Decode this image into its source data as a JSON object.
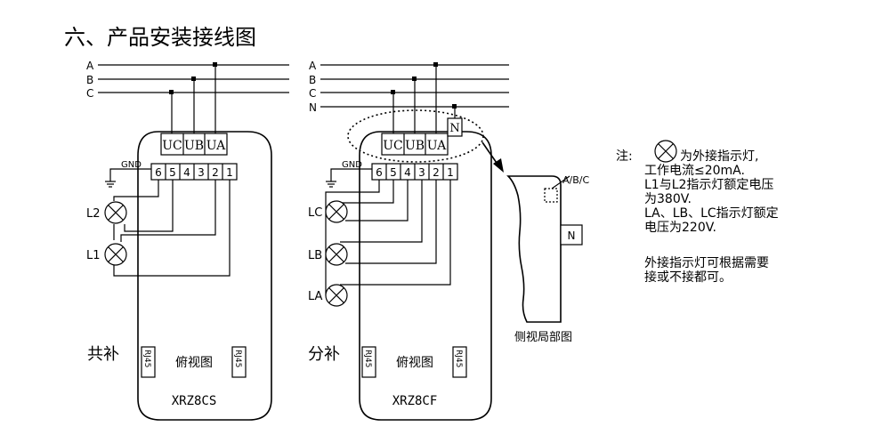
{
  "title": "六、产品安装接线图",
  "phase_labels_left": [
    "A",
    "B",
    "C"
  ],
  "phase_labels_right": [
    "A",
    "B",
    "C",
    "N"
  ],
  "left_device": {
    "voltage_terminals": [
      "UC",
      "UB",
      "UA"
    ],
    "gnd_label": "GND",
    "terminals": [
      "6",
      "5",
      "4",
      "3",
      "2",
      "1"
    ],
    "lamps": [
      "L2",
      "L1"
    ],
    "mode_label": "共补",
    "port_left": "RJ45",
    "port_right": "RJ45",
    "view_label": "俯视图",
    "model": "XRZ8CS"
  },
  "right_device": {
    "voltage_terminals": [
      "UC",
      "UB",
      "UA"
    ],
    "neutral_terminal": "N",
    "gnd_label": "GND",
    "terminals": [
      "6",
      "5",
      "4",
      "3",
      "2",
      "1"
    ],
    "lamps": [
      "LC",
      "LB",
      "LA"
    ],
    "mode_label": "分补",
    "port_left": "RJ45",
    "port_right": "RJ45",
    "view_label": "俯视图",
    "model": "XRZ8CF"
  },
  "side_view": {
    "abc_label": "A/B/C",
    "n_label": "N",
    "caption": "侧视局部图"
  },
  "notes": {
    "prefix": "注:",
    "line1_after_icon": "为外接指示灯,",
    "lines": [
      "工作电流≤20mA.",
      "L1与L2指示灯额定电压",
      "为380V.",
      "LA、LB、LC指示灯额定",
      "电压为220V."
    ],
    "extra_lines": [
      "外接指示灯可根据需要",
      "接或不接都可。"
    ]
  }
}
